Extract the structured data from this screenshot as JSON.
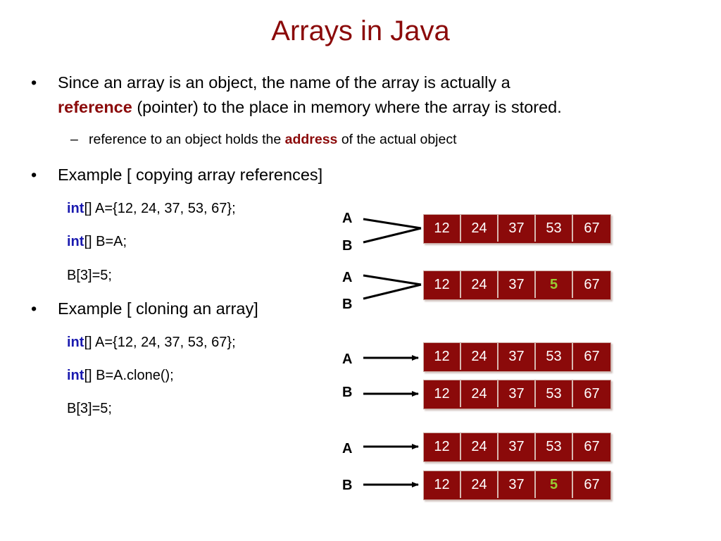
{
  "title": "Arrays in Java",
  "bullets": {
    "b1_line1": "Since an array is an object, the name of the array is actually a",
    "b1_kw": "reference",
    "b1_rest": " (pointer) to the place in memory where the array is stored.",
    "sub_pre": "reference to an object holds the ",
    "sub_kw": "address",
    "sub_post": " of the actual object",
    "b2": "Example [ copying array references]",
    "b3": "Example [ cloning an array]",
    "bullet_glyph": "•",
    "dash_glyph": "–"
  },
  "code": {
    "kw": "int",
    "copy": [
      "[] A={12, 24, 37, 53, 67};",
      "[] B=A;",
      "B[3]=5;"
    ],
    "clone": [
      "[] A={12, 24, 37, 53, 67};",
      "[] B=A.clone();",
      "B[3]=5;"
    ]
  },
  "labels": {
    "a": "A",
    "b": "B"
  },
  "arrays": {
    "copy_before": [
      "12",
      "24",
      "37",
      "53",
      "67"
    ],
    "copy_after": [
      "12",
      "24",
      "37",
      "5",
      "67"
    ],
    "clone_before_a": [
      "12",
      "24",
      "37",
      "53",
      "67"
    ],
    "clone_before_b": [
      "12",
      "24",
      "37",
      "53",
      "67"
    ],
    "clone_after_a": [
      "12",
      "24",
      "37",
      "53",
      "67"
    ],
    "clone_after_b": [
      "12",
      "24",
      "37",
      "5",
      "67"
    ]
  },
  "colors": {
    "title": "#8b0a0a",
    "cell_bg": "#8b0a0a",
    "highlight": "#9acd32",
    "keyword": "#1a1aaf"
  }
}
